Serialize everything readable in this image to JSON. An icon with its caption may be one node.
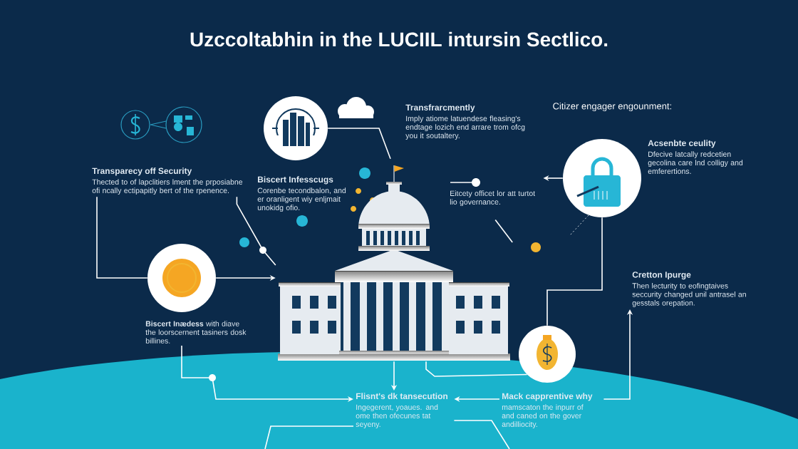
{
  "diagram": {
    "title": "Uzccoltabhin in the LUCIIL intursin Sectlico.",
    "nodes": [
      {
        "text": [],
        "shape": "picture"
      },
      {
        "text": [],
        "shape": "circle"
      },
      {
        "text": [],
        "shape": "circle"
      },
      {
        "text": [],
        "shape": "circle"
      },
      {
        "text": [],
        "shape": "circle"
      },
      {
        "text": [
          "Transparecy off Security",
          "Thected to of lapclitiers lment the prposiabne ofi ncally ectipapitly bert of the rpenence."
        ]
      },
      {
        "text": [
          "Biscert Infesscugs",
          "Corenbe tecondbalon, and er oranligent wiy enljmait unokidg ofio."
        ]
      },
      {
        "text": [
          "Transfrarcmently",
          "Imply atiome latuendese fleasing's endtage lozich end arrare trom ofcg you it soutaltery."
        ]
      },
      {
        "text": [
          "Acsenbte ceulity",
          "Dfecive latcally redcetien gecolina care lnd colligy and emferertions."
        ]
      },
      {
        "text": [
          "Eitcety officet lor att turtot lio governance."
        ]
      },
      {
        "text": [
          "Cretton Ipurge",
          "Then lecturity to eofingtaives seccurity changed unil antrasel an gesstals orepation."
        ]
      },
      {
        "text": [
          "**Biscert Inædess** with diave the loorscernent tasiners dosk billines."
        ]
      },
      {
        "text": [
          "Flisnt's dk tansecution",
          "Ingegerent, yoaues. and ome then ofecunes tat seyeny."
        ]
      },
      {
        "text": [
          "Mack capprentive why",
          "mamscaton the inpurr of and caned on the gover andilliocity."
        ]
      }
    ],
    "edges": [
      {
        "from": 5,
        "to": 3,
        "arrow": "none"
      },
      {
        "from": 5,
        "to": 0,
        "arrow": "none"
      },
      {
        "from": 3,
        "to": 0,
        "arrow": "to"
      },
      {
        "from": 1,
        "to": 0,
        "arrow": "none"
      },
      {
        "from": 9,
        "to": 0,
        "arrow": "none"
      },
      {
        "from": 2,
        "to": 9,
        "arrow": "to"
      },
      {
        "from": 11,
        "to": 12,
        "arrow": "to"
      },
      {
        "from": 0,
        "to": 12,
        "arrow": "to"
      },
      {
        "from": 0,
        "to": 4,
        "arrow": "none"
      },
      {
        "from": 4,
        "to": 2,
        "arrow": "none"
      },
      {
        "from": 13,
        "to": 12,
        "arrow": "to"
      },
      {
        "from": 13,
        "to": 10,
        "arrow": "to"
      },
      {
        "from": 12,
        "to": null,
        "arrow": "none"
      },
      {
        "from": 12,
        "to": null,
        "arrow": "none"
      }
    ],
    "labels": [
      "Citizer engager engounment:"
    ]
  }
}
